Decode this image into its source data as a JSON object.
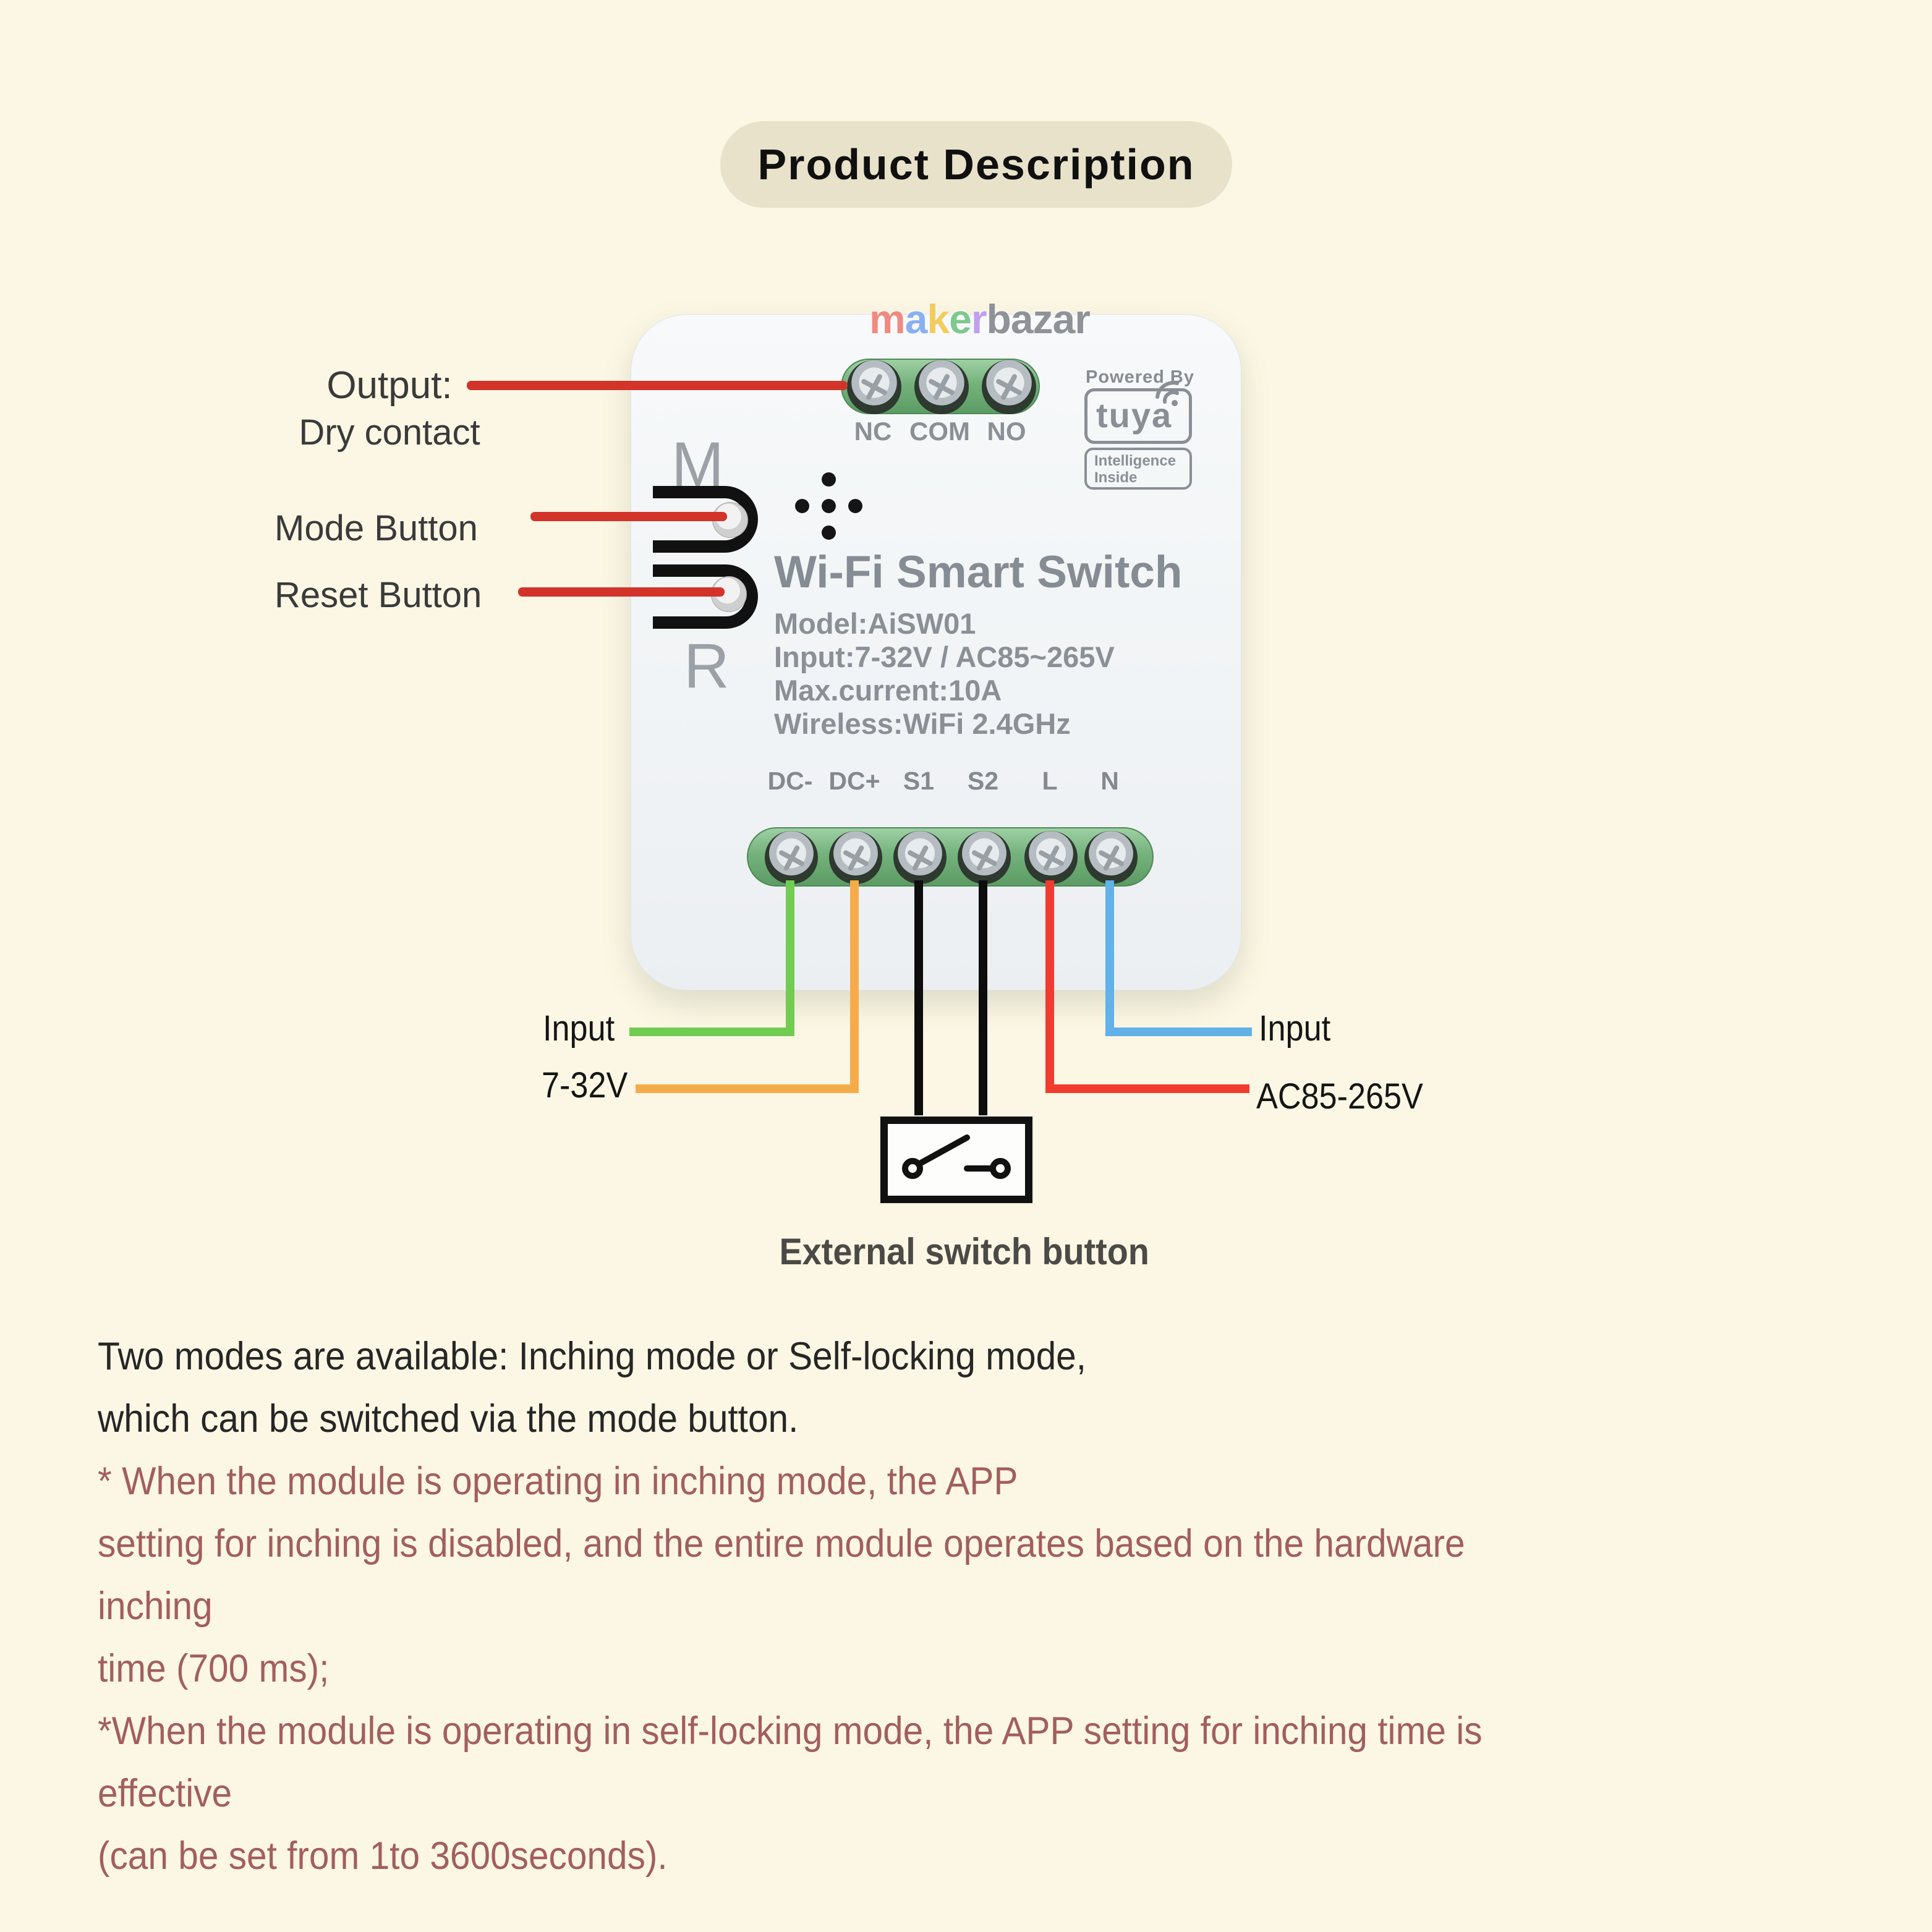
{
  "colors": {
    "page_bg": "#fbf7e4",
    "title_pill_bg": "#e8e2ca",
    "leader_line_red": "#d2342a",
    "wire_green": "#72cc52",
    "wire_orange": "#f6ab4a",
    "wire_black": "#0d0d0d",
    "wire_red": "#f23b30",
    "wire_blue": "#62b1e8",
    "terminal_green": "#74b27c",
    "module_text_gray": "#878d94",
    "description_maroon": "#a35e5e",
    "watermark_letter_colors": [
      "#f08a80",
      "#8ab0f0",
      "#f3cc5e",
      "#7ec98f",
      "#c0a0ee"
    ],
    "watermark_rest_color": "#8f9398"
  },
  "title": {
    "label": "Product Description"
  },
  "watermark": {
    "letters": [
      "m",
      "a",
      "k",
      "e",
      "r"
    ],
    "rest": "bazar"
  },
  "module": {
    "top_terminal_labels": [
      "NC",
      "COM",
      "NO"
    ],
    "tuya_badge": {
      "powered_by": "Powered By",
      "brand": "tuya",
      "tagline_line1": "Intelligence",
      "tagline_line2": "Inside"
    },
    "mode_button_letter": "M",
    "reset_button_letter": "R",
    "product_title": "Wi-Fi Smart Switch",
    "specs": [
      "Model:AiSW01",
      "Input:7-32V / AC85~265V",
      "Max.current:10A",
      "Wireless:WiFi 2.4GHz"
    ],
    "bottom_terminal_labels": [
      "DC-",
      "DC+",
      "S1",
      "S2",
      "L",
      "N"
    ]
  },
  "annotations": {
    "output_label_line1": "Output:",
    "output_label_line2": "Dry contact",
    "mode_button_label": "Mode Button",
    "reset_button_label": "Reset Button",
    "dc_input_label": "Input",
    "dc_input_range": "7-32V",
    "ac_input_label": "Input",
    "ac_input_range": "AC85-265V",
    "external_switch_label": "External switch button"
  },
  "description": {
    "lines": [
      {
        "text": "Two modes are available: Inching mode or Self-locking mode,"
      },
      {
        "text": "which can be switched via the mode button."
      },
      {
        "text": "* When the module is operating in inching mode, the APP"
      },
      {
        "text": "setting for inching is disabled, and the entire module operates based on the hardware"
      },
      {
        "text": "inching"
      },
      {
        "text": "time (700 ms);"
      },
      {
        "text": "*When the module is operating in self-locking mode, the APP setting for inching time is"
      },
      {
        "text": "effective"
      },
      {
        "text": "(can be set from 1to 3600seconds)."
      }
    ]
  }
}
